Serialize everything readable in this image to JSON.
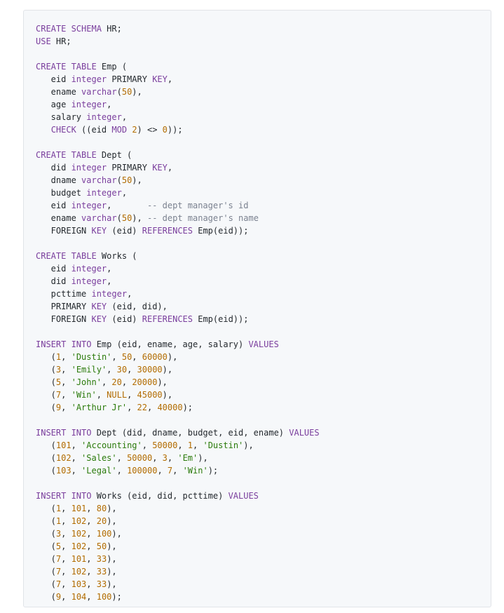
{
  "code_lines": [
    [
      [
        "kw",
        "CREATE SCHEMA"
      ],
      [
        "pl",
        " HR;"
      ]
    ],
    [
      [
        "kw",
        "USE"
      ],
      [
        "pl",
        " HR;"
      ]
    ],
    [],
    [
      [
        "kw",
        "CREATE TABLE"
      ],
      [
        "pl",
        " Emp ("
      ]
    ],
    [
      [
        "pl",
        "   eid "
      ],
      [
        "kw",
        "integer"
      ],
      [
        "pl",
        " PRIMARY "
      ],
      [
        "kw",
        "KEY"
      ],
      [
        "pl",
        ","
      ]
    ],
    [
      [
        "pl",
        "   ename "
      ],
      [
        "kw",
        "varchar"
      ],
      [
        "pl",
        "("
      ],
      [
        "num",
        "50"
      ],
      [
        "pl",
        "),"
      ]
    ],
    [
      [
        "pl",
        "   age "
      ],
      [
        "kw",
        "integer"
      ],
      [
        "pl",
        ","
      ]
    ],
    [
      [
        "pl",
        "   salary "
      ],
      [
        "kw",
        "integer"
      ],
      [
        "pl",
        ","
      ]
    ],
    [
      [
        "pl",
        "   "
      ],
      [
        "kw",
        "CHECK"
      ],
      [
        "pl",
        " ((eid "
      ],
      [
        "kw",
        "MOD"
      ],
      [
        "pl",
        " "
      ],
      [
        "num",
        "2"
      ],
      [
        "pl",
        ") <> "
      ],
      [
        "num",
        "0"
      ],
      [
        "pl",
        "));"
      ]
    ],
    [],
    [
      [
        "kw",
        "CREATE TABLE"
      ],
      [
        "pl",
        " Dept ("
      ]
    ],
    [
      [
        "pl",
        "   did "
      ],
      [
        "kw",
        "integer"
      ],
      [
        "pl",
        " PRIMARY "
      ],
      [
        "kw",
        "KEY"
      ],
      [
        "pl",
        ","
      ]
    ],
    [
      [
        "pl",
        "   dname "
      ],
      [
        "kw",
        "varchar"
      ],
      [
        "pl",
        "("
      ],
      [
        "num",
        "50"
      ],
      [
        "pl",
        "),"
      ]
    ],
    [
      [
        "pl",
        "   budget "
      ],
      [
        "kw",
        "integer"
      ],
      [
        "pl",
        ","
      ]
    ],
    [
      [
        "pl",
        "   eid "
      ],
      [
        "kw",
        "integer"
      ],
      [
        "pl",
        ",       "
      ],
      [
        "cm",
        "-- dept manager's id"
      ]
    ],
    [
      [
        "pl",
        "   ename "
      ],
      [
        "kw",
        "varchar"
      ],
      [
        "pl",
        "("
      ],
      [
        "num",
        "50"
      ],
      [
        "pl",
        "), "
      ],
      [
        "cm",
        "-- dept manager's name"
      ]
    ],
    [
      [
        "pl",
        "   FOREIGN "
      ],
      [
        "kw",
        "KEY"
      ],
      [
        "pl",
        " (eid) "
      ],
      [
        "kw",
        "REFERENCES"
      ],
      [
        "pl",
        " Emp(eid));"
      ]
    ],
    [],
    [
      [
        "kw",
        "CREATE TABLE"
      ],
      [
        "pl",
        " Works ("
      ]
    ],
    [
      [
        "pl",
        "   eid "
      ],
      [
        "kw",
        "integer"
      ],
      [
        "pl",
        ","
      ]
    ],
    [
      [
        "pl",
        "   did "
      ],
      [
        "kw",
        "integer"
      ],
      [
        "pl",
        ","
      ]
    ],
    [
      [
        "pl",
        "   pcttime "
      ],
      [
        "kw",
        "integer"
      ],
      [
        "pl",
        ","
      ]
    ],
    [
      [
        "pl",
        "   PRIMARY "
      ],
      [
        "kw",
        "KEY"
      ],
      [
        "pl",
        " (eid, did),"
      ]
    ],
    [
      [
        "pl",
        "   FOREIGN "
      ],
      [
        "kw",
        "KEY"
      ],
      [
        "pl",
        " (eid) "
      ],
      [
        "kw",
        "REFERENCES"
      ],
      [
        "pl",
        " Emp(eid));"
      ]
    ],
    [],
    [
      [
        "kw",
        "INSERT INTO"
      ],
      [
        "pl",
        " Emp (eid, ename, age, salary) "
      ],
      [
        "kw",
        "VALUES"
      ]
    ],
    [
      [
        "pl",
        "   ("
      ],
      [
        "num",
        "1"
      ],
      [
        "pl",
        ", "
      ],
      [
        "str",
        "'Dustin'"
      ],
      [
        "pl",
        ", "
      ],
      [
        "num",
        "50"
      ],
      [
        "pl",
        ", "
      ],
      [
        "num",
        "60000"
      ],
      [
        "pl",
        "),"
      ]
    ],
    [
      [
        "pl",
        "   ("
      ],
      [
        "num",
        "3"
      ],
      [
        "pl",
        ", "
      ],
      [
        "str",
        "'Emily'"
      ],
      [
        "pl",
        ", "
      ],
      [
        "num",
        "30"
      ],
      [
        "pl",
        ", "
      ],
      [
        "num",
        "30000"
      ],
      [
        "pl",
        "),"
      ]
    ],
    [
      [
        "pl",
        "   ("
      ],
      [
        "num",
        "5"
      ],
      [
        "pl",
        ", "
      ],
      [
        "str",
        "'John'"
      ],
      [
        "pl",
        ", "
      ],
      [
        "num",
        "20"
      ],
      [
        "pl",
        ", "
      ],
      [
        "num",
        "20000"
      ],
      [
        "pl",
        "),"
      ]
    ],
    [
      [
        "pl",
        "   ("
      ],
      [
        "num",
        "7"
      ],
      [
        "pl",
        ", "
      ],
      [
        "str",
        "'Win'"
      ],
      [
        "pl",
        ", "
      ],
      [
        "num",
        "NULL"
      ],
      [
        "pl",
        ", "
      ],
      [
        "num",
        "45000"
      ],
      [
        "pl",
        "),"
      ]
    ],
    [
      [
        "pl",
        "   ("
      ],
      [
        "num",
        "9"
      ],
      [
        "pl",
        ", "
      ],
      [
        "str",
        "'Arthur Jr'"
      ],
      [
        "pl",
        ", "
      ],
      [
        "num",
        "22"
      ],
      [
        "pl",
        ", "
      ],
      [
        "num",
        "40000"
      ],
      [
        "pl",
        ");"
      ]
    ],
    [],
    [
      [
        "kw",
        "INSERT INTO"
      ],
      [
        "pl",
        " Dept (did, dname, budget, eid, ename) "
      ],
      [
        "kw",
        "VALUES"
      ]
    ],
    [
      [
        "pl",
        "   ("
      ],
      [
        "num",
        "101"
      ],
      [
        "pl",
        ", "
      ],
      [
        "str",
        "'Accounting'"
      ],
      [
        "pl",
        ", "
      ],
      [
        "num",
        "50000"
      ],
      [
        "pl",
        ", "
      ],
      [
        "num",
        "1"
      ],
      [
        "pl",
        ", "
      ],
      [
        "str",
        "'Dustin'"
      ],
      [
        "pl",
        "),"
      ]
    ],
    [
      [
        "pl",
        "   ("
      ],
      [
        "num",
        "102"
      ],
      [
        "pl",
        ", "
      ],
      [
        "str",
        "'Sales'"
      ],
      [
        "pl",
        ", "
      ],
      [
        "num",
        "50000"
      ],
      [
        "pl",
        ", "
      ],
      [
        "num",
        "3"
      ],
      [
        "pl",
        ", "
      ],
      [
        "str",
        "'Em'"
      ],
      [
        "pl",
        "),"
      ]
    ],
    [
      [
        "pl",
        "   ("
      ],
      [
        "num",
        "103"
      ],
      [
        "pl",
        ", "
      ],
      [
        "str",
        "'Legal'"
      ],
      [
        "pl",
        ", "
      ],
      [
        "num",
        "100000"
      ],
      [
        "pl",
        ", "
      ],
      [
        "num",
        "7"
      ],
      [
        "pl",
        ", "
      ],
      [
        "str",
        "'Win'"
      ],
      [
        "pl",
        ");"
      ]
    ],
    [],
    [
      [
        "kw",
        "INSERT INTO"
      ],
      [
        "pl",
        " Works (eid, did, pcttime) "
      ],
      [
        "kw",
        "VALUES"
      ]
    ],
    [
      [
        "pl",
        "   ("
      ],
      [
        "num",
        "1"
      ],
      [
        "pl",
        ", "
      ],
      [
        "num",
        "101"
      ],
      [
        "pl",
        ", "
      ],
      [
        "num",
        "80"
      ],
      [
        "pl",
        "),"
      ]
    ],
    [
      [
        "pl",
        "   ("
      ],
      [
        "num",
        "1"
      ],
      [
        "pl",
        ", "
      ],
      [
        "num",
        "102"
      ],
      [
        "pl",
        ", "
      ],
      [
        "num",
        "20"
      ],
      [
        "pl",
        "),"
      ]
    ],
    [
      [
        "pl",
        "   ("
      ],
      [
        "num",
        "3"
      ],
      [
        "pl",
        ", "
      ],
      [
        "num",
        "102"
      ],
      [
        "pl",
        ", "
      ],
      [
        "num",
        "100"
      ],
      [
        "pl",
        "),"
      ]
    ],
    [
      [
        "pl",
        "   ("
      ],
      [
        "num",
        "5"
      ],
      [
        "pl",
        ", "
      ],
      [
        "num",
        "102"
      ],
      [
        "pl",
        ", "
      ],
      [
        "num",
        "50"
      ],
      [
        "pl",
        "),"
      ]
    ],
    [
      [
        "pl",
        "   ("
      ],
      [
        "num",
        "7"
      ],
      [
        "pl",
        ", "
      ],
      [
        "num",
        "101"
      ],
      [
        "pl",
        ", "
      ],
      [
        "num",
        "33"
      ],
      [
        "pl",
        "),"
      ]
    ],
    [
      [
        "pl",
        "   ("
      ],
      [
        "num",
        "7"
      ],
      [
        "pl",
        ", "
      ],
      [
        "num",
        "102"
      ],
      [
        "pl",
        ", "
      ],
      [
        "num",
        "33"
      ],
      [
        "pl",
        "),"
      ]
    ],
    [
      [
        "pl",
        "   ("
      ],
      [
        "num",
        "7"
      ],
      [
        "pl",
        ", "
      ],
      [
        "num",
        "103"
      ],
      [
        "pl",
        ", "
      ],
      [
        "num",
        "33"
      ],
      [
        "pl",
        "),"
      ]
    ],
    [
      [
        "pl",
        "   ("
      ],
      [
        "num",
        "9"
      ],
      [
        "pl",
        ", "
      ],
      [
        "num",
        "104"
      ],
      [
        "pl",
        ", "
      ],
      [
        "num",
        "100"
      ],
      [
        "pl",
        ");"
      ]
    ]
  ]
}
